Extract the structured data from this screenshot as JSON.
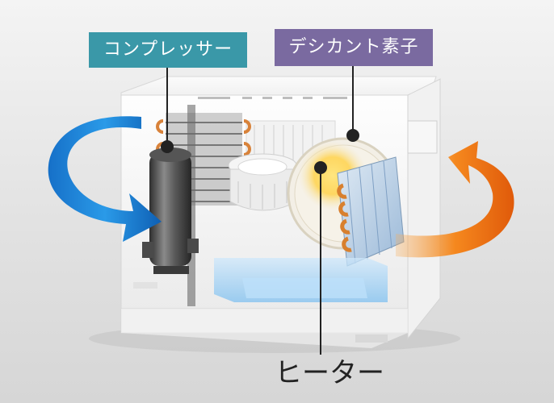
{
  "labels": {
    "compressor": "コンプレッサー",
    "desiccant": "デシカント素子",
    "heater": "ヒーター"
  },
  "colors": {
    "compressor_tag": "#3a98a8",
    "desiccant_tag": "#7a6aa0",
    "cold_air": "#1a7fd0",
    "hot_air": "#f07a18"
  }
}
